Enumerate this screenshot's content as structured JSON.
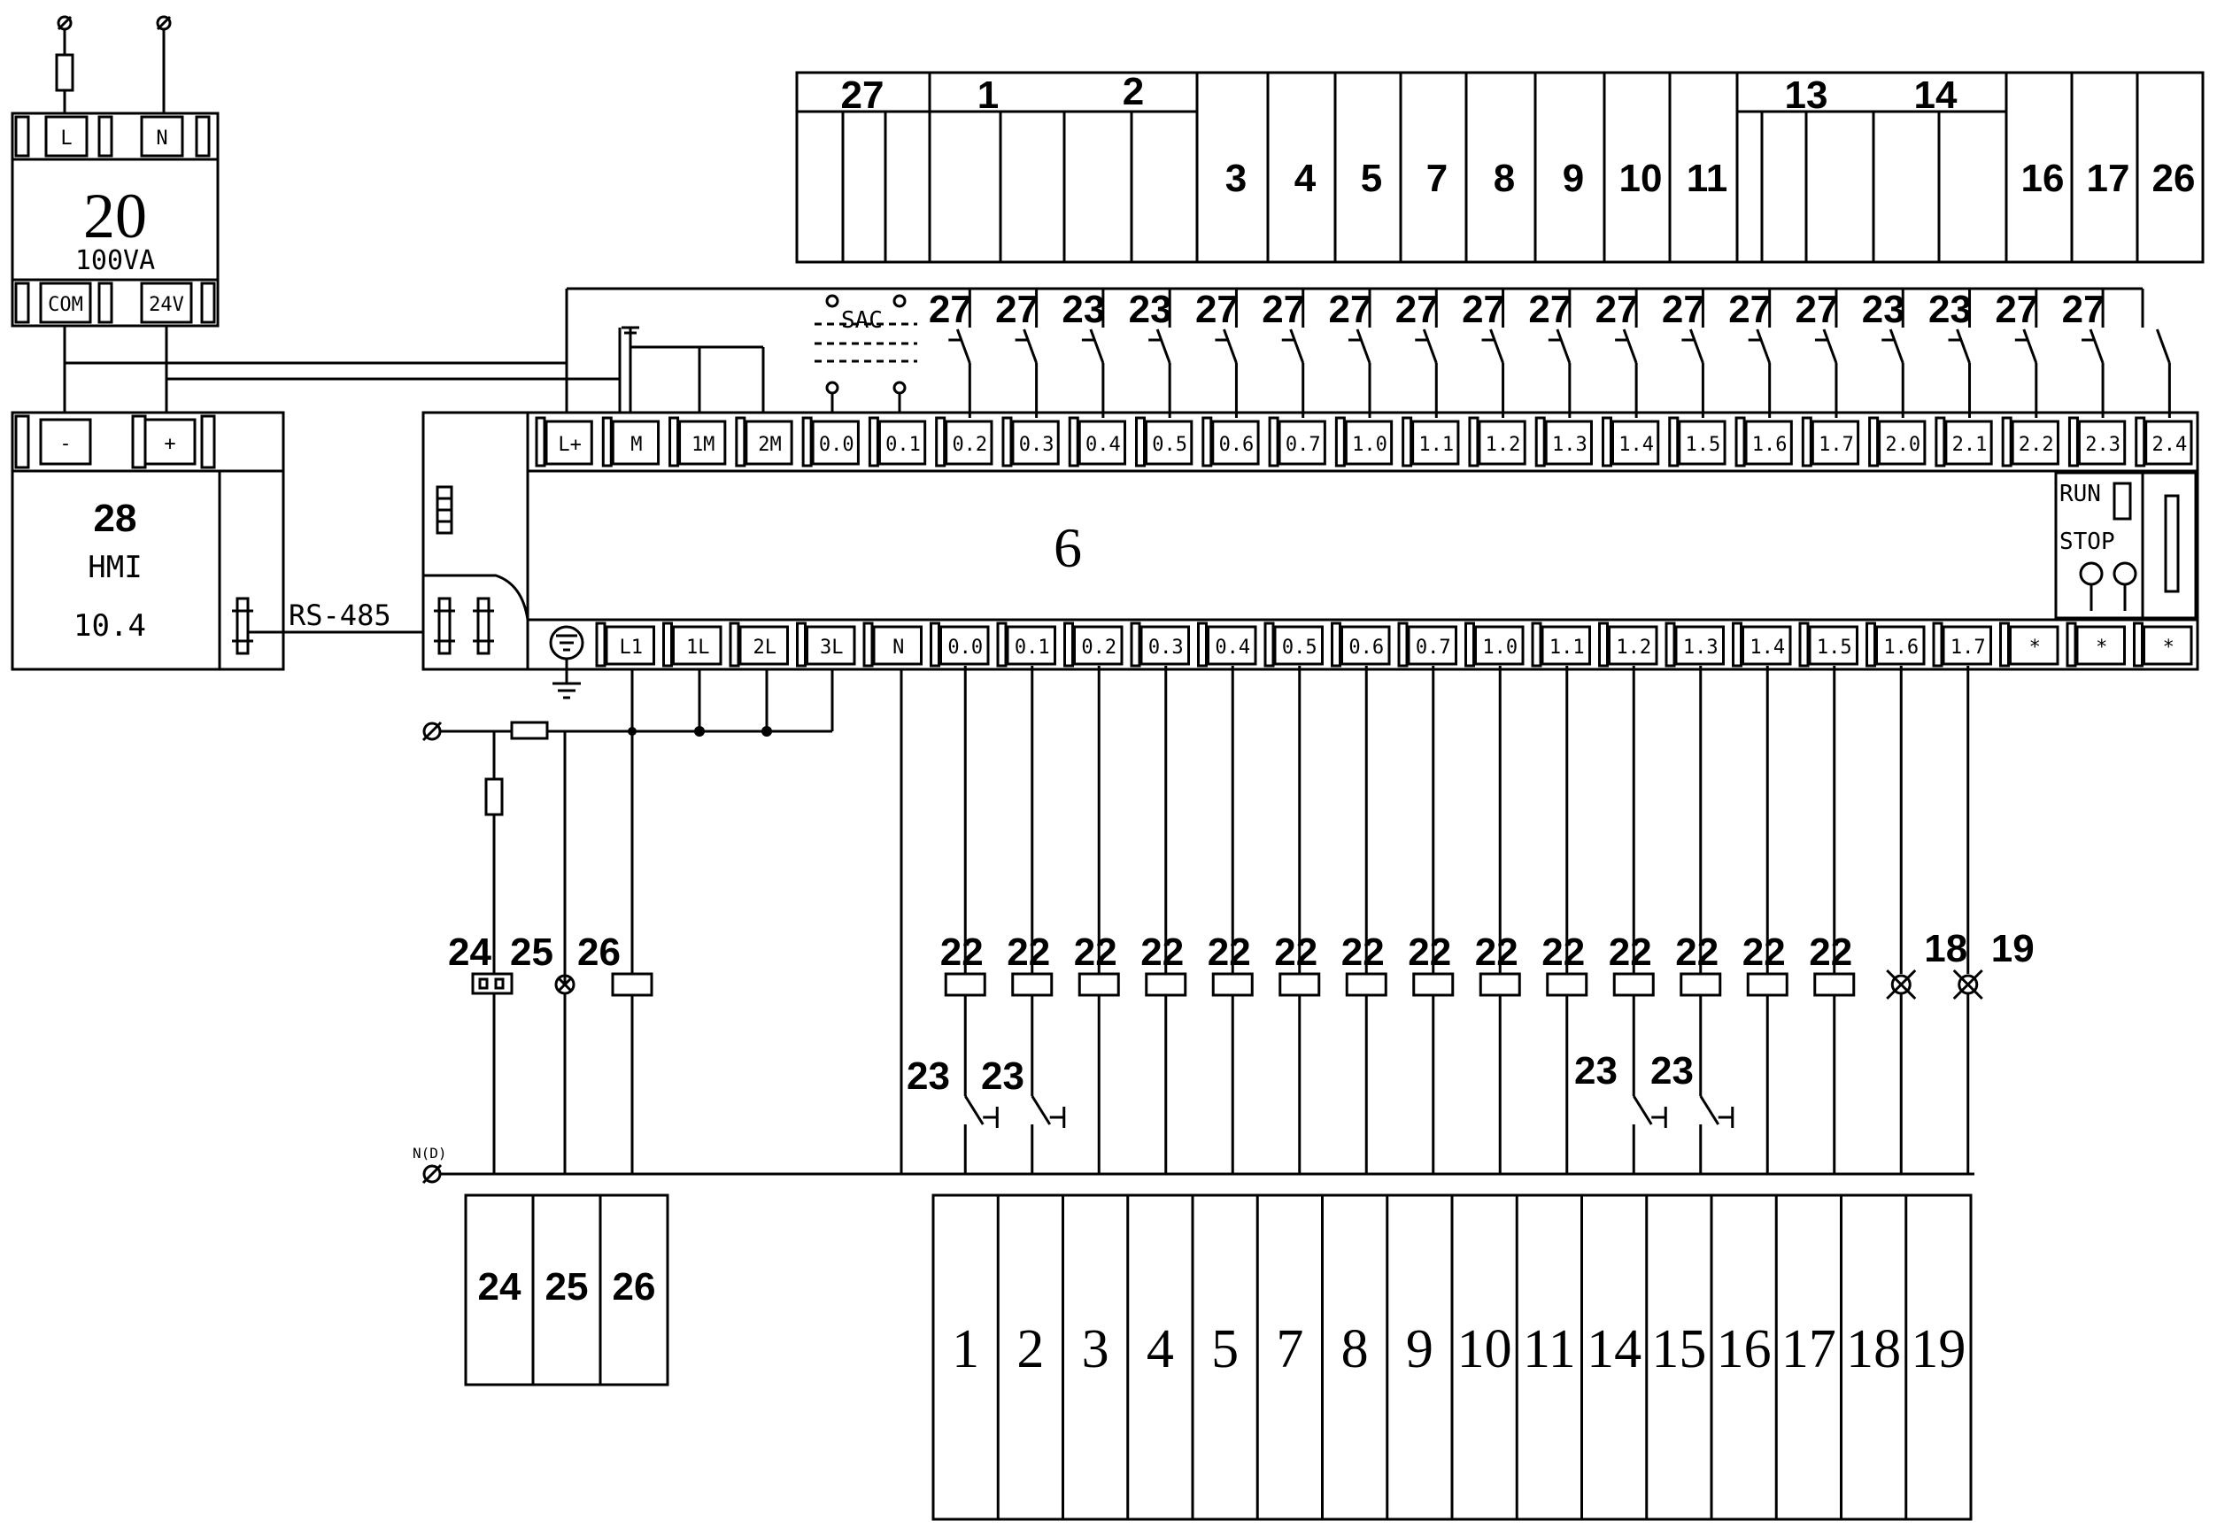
{
  "power_supply": {
    "terminal_top": [
      "L",
      "N"
    ],
    "number": "20",
    "rating": "100VA",
    "terminal_bottom": [
      "COM",
      "24V"
    ]
  },
  "hmi": {
    "terminals": [
      "-",
      "+"
    ],
    "number": "28",
    "title": "HMI",
    "size": "10.4",
    "link_label": "RS-485"
  },
  "plc": {
    "number": "6",
    "top_terminals": [
      "L+",
      "M",
      "1M",
      "2M",
      "0.0",
      "0.1",
      "0.2",
      "0.3",
      "0.4",
      "0.5",
      "0.6",
      "0.7",
      "1.0",
      "1.1",
      "1.2",
      "1.3",
      "1.4",
      "1.5",
      "1.6",
      "1.7",
      "2.0",
      "2.1",
      "2.2",
      "2.3",
      "2.4"
    ],
    "bottom_terminals": [
      "L1",
      "1L",
      "2L",
      "3L",
      "N",
      "0.0",
      "0.1",
      "0.2",
      "0.3",
      "0.4",
      "0.5",
      "0.6",
      "0.7",
      "1.0",
      "1.1",
      "1.2",
      "1.3",
      "1.4",
      "1.5",
      "1.6",
      "1.7",
      "*",
      "*",
      "*"
    ],
    "run_label": "RUN",
    "stop_label": "STOP",
    "sac_label": "SAC"
  },
  "input_switch_labels": [
    "27",
    "27",
    "23",
    "23",
    "27",
    "27",
    "27",
    "27",
    "27",
    "27",
    "27",
    "27",
    "27",
    "27",
    "23",
    "23",
    "27",
    "27"
  ],
  "top_block": {
    "groups": [
      {
        "label": "27"
      },
      {
        "label": "1"
      },
      {
        "label": "2"
      },
      {
        "label": "13"
      },
      {
        "label": "14"
      }
    ],
    "cells": [
      "3",
      "4",
      "5",
      "7",
      "8",
      "9",
      "10",
      "11",
      "16",
      "17",
      "26"
    ]
  },
  "output_coil_labels": [
    "22",
    "22",
    "22",
    "22",
    "22",
    "22",
    "22",
    "22",
    "22",
    "22",
    "22",
    "22",
    "22",
    "22"
  ],
  "lamp_labels": [
    "18",
    "19"
  ],
  "interlock_labels": [
    "23",
    "23",
    "23",
    "23"
  ],
  "aux_labels": [
    "24",
    "25",
    "26"
  ],
  "neutral_label": "N(D)",
  "bottom_left_block": [
    "24",
    "25",
    "26"
  ],
  "bottom_right_block": [
    "1",
    "2",
    "3",
    "4",
    "5",
    "7",
    "8",
    "9",
    "10",
    "11",
    "14",
    "15",
    "16",
    "17",
    "18",
    "19"
  ]
}
